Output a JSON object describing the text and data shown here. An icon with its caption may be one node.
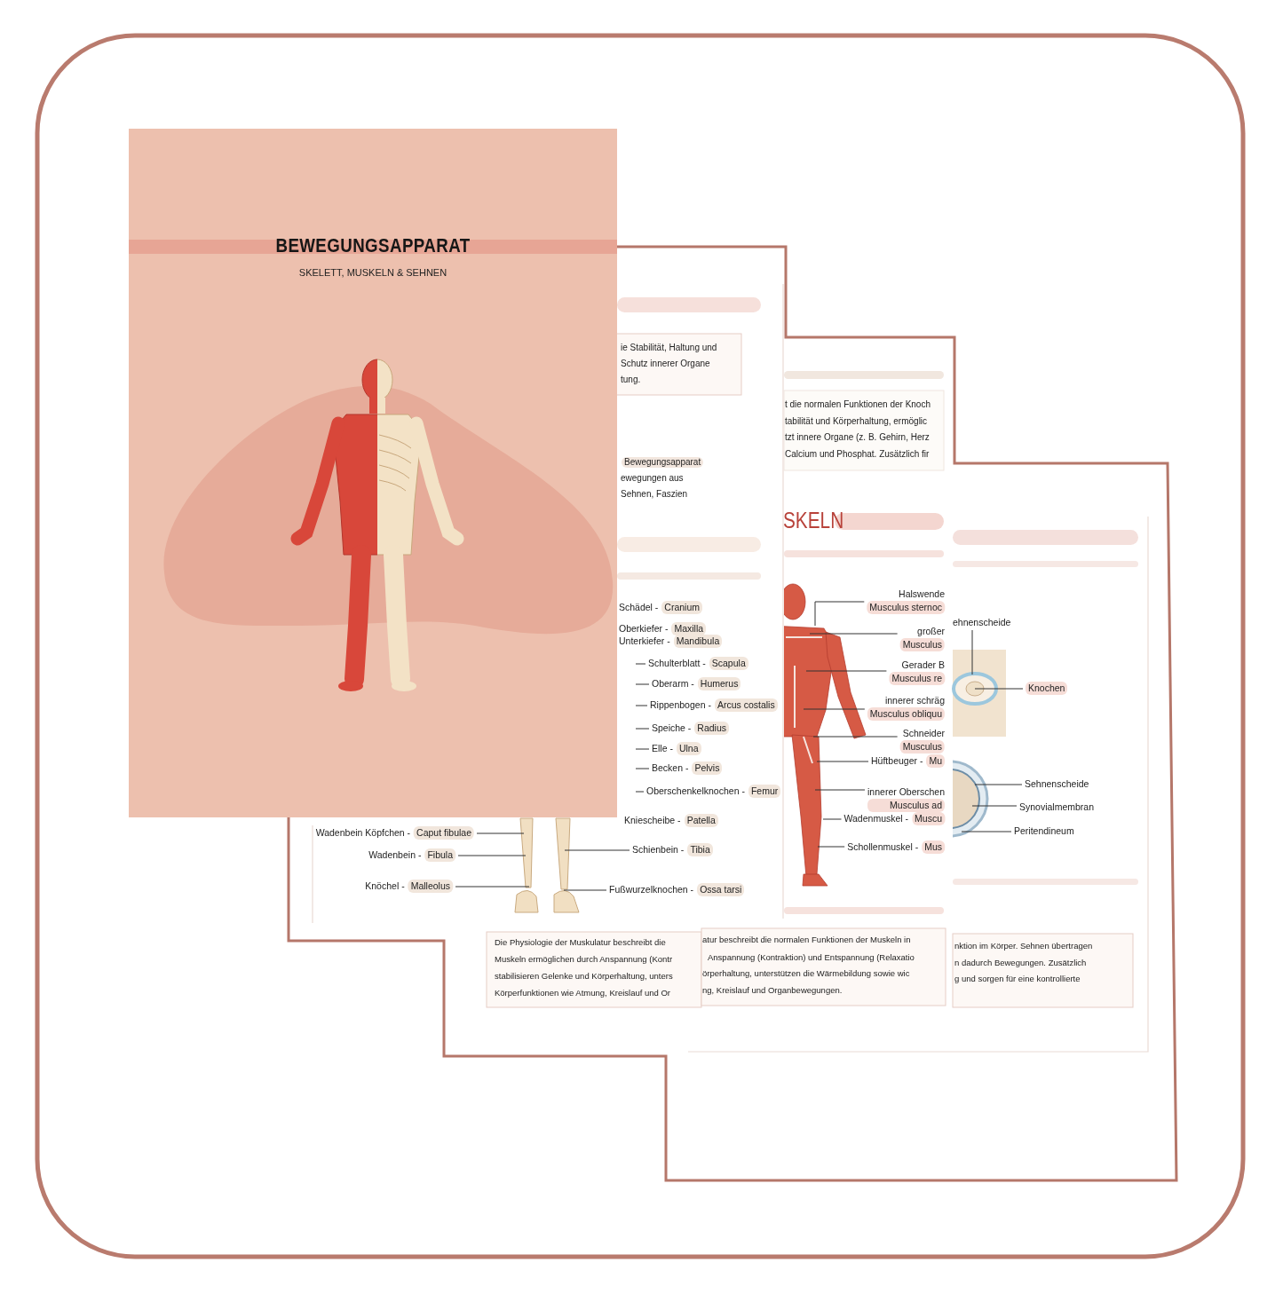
{
  "diagram": {
    "nodes": [
      {
        "text": [
          "BEWEGUNGSAPPARAT",
          "SKELETT, MUSKELN & SEHNEN"
        ]
      },
      {
        "text": [
          "Schädel -",
          "Cranium"
        ]
      },
      {
        "text": [
          "Oberkiefer -",
          "Maxilla"
        ]
      },
      {
        "text": [
          "Unterkiefer -",
          "Mandibula"
        ]
      },
      {
        "text": [
          "Schulterblatt -",
          "Scapula"
        ]
      },
      {
        "text": [
          "Oberarm -",
          "Humerus"
        ]
      },
      {
        "text": [
          "Rippenbogen -",
          "Arcus costalis"
        ]
      },
      {
        "text": [
          "Speiche -",
          "Radius"
        ]
      },
      {
        "text": [
          "Elle -",
          "Ulna"
        ]
      },
      {
        "text": [
          "Becken -",
          "Pelvis"
        ]
      },
      {
        "text": [
          "Oberschenkelknochen -",
          "Femur"
        ]
      },
      {
        "text": [
          "Kniescheibe -",
          "Patella"
        ]
      },
      {
        "text": [
          "Schienbein -",
          "Tibia"
        ]
      },
      {
        "text": [
          "Fußwurzelknochen -",
          "Ossa tarsi"
        ]
      },
      {
        "text": [
          "Wadenbein Köpfchen -",
          "Caput fibulae"
        ]
      },
      {
        "text": [
          "Wadenbein -",
          "Fibula"
        ]
      },
      {
        "text": [
          "Knöchel -",
          "Malleolus"
        ]
      },
      {
        "text": [
          "Halswende",
          "Musculus sternoc"
        ]
      },
      {
        "text": [
          "großer",
          "Musculus"
        ]
      },
      {
        "text": [
          "Gerader B",
          "Musculus re"
        ]
      },
      {
        "text": [
          "innerer schräg",
          "Musculus obliquu"
        ]
      },
      {
        "text": [
          "Schneider",
          "Musculus"
        ]
      },
      {
        "text": [
          "Hüftbeuger -",
          "Mu"
        ]
      },
      {
        "text": [
          "innerer Oberschen",
          "Musculus ad"
        ]
      },
      {
        "text": [
          "Wadenmuskel -",
          "Muscu"
        ]
      },
      {
        "text": [
          "Schollenmuskel -",
          "Mus"
        ]
      },
      {
        "text": [
          "ehnenscheide"
        ]
      },
      {
        "text": [
          "Knochen"
        ]
      },
      {
        "text": [
          "Sehnenscheide"
        ]
      },
      {
        "text": [
          "Synovialmembran"
        ]
      },
      {
        "text": [
          "Peritendineum"
        ]
      }
    ],
    "edges": [
      {
        "from": 4,
        "to": null,
        "arrow": "none"
      },
      {
        "from": 5,
        "to": null,
        "arrow": "none"
      },
      {
        "from": 6,
        "to": null,
        "arrow": "none"
      },
      {
        "from": 7,
        "to": null,
        "arrow": "none"
      },
      {
        "from": 8,
        "to": null,
        "arrow": "none"
      },
      {
        "from": 9,
        "to": null,
        "arrow": "none"
      },
      {
        "from": 10,
        "to": null,
        "arrow": "none"
      },
      {
        "from": 12,
        "to": null,
        "arrow": "none"
      },
      {
        "from": 13,
        "to": null,
        "arrow": "none"
      },
      {
        "from": 14,
        "to": null,
        "arrow": "none"
      },
      {
        "from": 15,
        "to": null,
        "arrow": "none"
      },
      {
        "from": 16,
        "to": null,
        "arrow": "none"
      },
      {
        "from": 17,
        "to": null,
        "arrow": "none"
      },
      {
        "from": 18,
        "to": null,
        "arrow": "none"
      },
      {
        "from": 19,
        "to": null,
        "arrow": "none"
      },
      {
        "from": 20,
        "to": null,
        "arrow": "none"
      },
      {
        "from": 21,
        "to": null,
        "arrow": "none"
      },
      {
        "from": 22,
        "to": null,
        "arrow": "none"
      },
      {
        "from": 23,
        "to": null,
        "arrow": "none"
      },
      {
        "from": 24,
        "to": null,
        "arrow": "none"
      },
      {
        "from": 25,
        "to": null,
        "arrow": "none"
      },
      {
        "from": 26,
        "to": null,
        "arrow": "none"
      },
      {
        "from": 27,
        "to": null,
        "arrow": "none"
      },
      {
        "from": 28,
        "to": null,
        "arrow": "none"
      },
      {
        "from": 29,
        "to": null,
        "arrow": "none"
      },
      {
        "from": 30,
        "to": null,
        "arrow": "none"
      }
    ],
    "labels": [
      "ie Stabilität, Haltung und",
      "Schutz innerer Organe",
      "tung.",
      "Bewegungsapparat",
      "ewegungen aus",
      "Sehnen, Faszien",
      "t die normalen Funktionen der Knoch",
      "tabilität und Körperhaltung, ermöglic",
      "tzt innere Organe (z. B. Gehirn, Herz",
      "Calcium und Phosphat. Zusätzlich fir",
      "SKELN",
      "Die Physiologie der Muskulatur beschreibt die",
      "Muskeln ermöglichen durch Anspannung (Kontr",
      "stabilisieren Gelenke und Körperhaltung, unters",
      "Körperfunktionen wie Atmung, Kreislauf und Or",
      "atur beschreibt die normalen Funktionen der Muskeln in",
      "Anspannung (Kontraktion) und Entspannung (Relaxatio",
      "örperhaltung, unterstützen die Wärmebildung sowie wic",
      "ng, Kreislauf und Organbewegungen.",
      "nktion im Körper. Sehnen übertragen",
      "n dadurch Bewegungen. Zusätzlich",
      "g und sorgen für eine kontrollierte"
    ]
  }
}
